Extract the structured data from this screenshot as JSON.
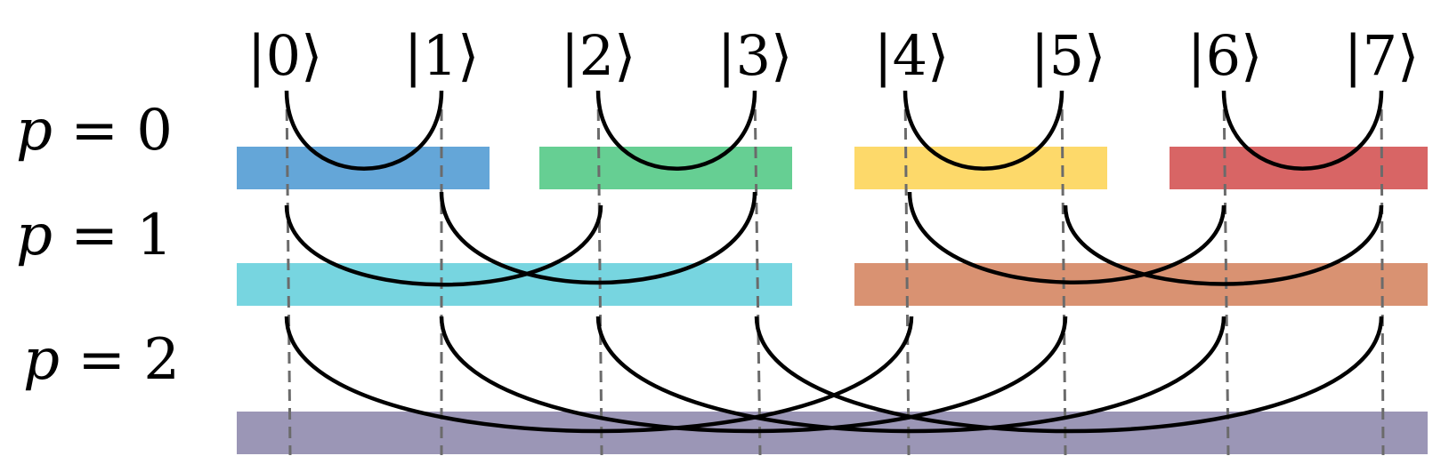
{
  "kets": [
    "|0⟩",
    "|1⟩",
    "|2⟩",
    "|3⟩",
    "|4⟩",
    "|5⟩",
    "|6⟩",
    "|7⟩"
  ],
  "levels": [
    {
      "label_var": "p",
      "label_rest": " = 0"
    },
    {
      "label_var": "p",
      "label_rest": " = 1"
    },
    {
      "label_var": "p",
      "label_rest": " = 2"
    }
  ],
  "colors": {
    "p0": [
      "#64a6d8",
      "#66cf93",
      "#fdd96a",
      "#d86565"
    ],
    "p1": [
      "#77d5e0",
      "#d99272"
    ],
    "p2": [
      "#9b96b6"
    ]
  },
  "pairings": {
    "p0": [
      [
        0,
        1
      ],
      [
        2,
        3
      ],
      [
        4,
        5
      ],
      [
        6,
        7
      ]
    ],
    "p1": [
      [
        0,
        2
      ],
      [
        1,
        3
      ],
      [
        4,
        6
      ],
      [
        5,
        7
      ]
    ],
    "p2": [
      [
        0,
        4
      ],
      [
        1,
        5
      ],
      [
        2,
        6
      ],
      [
        3,
        7
      ]
    ]
  }
}
